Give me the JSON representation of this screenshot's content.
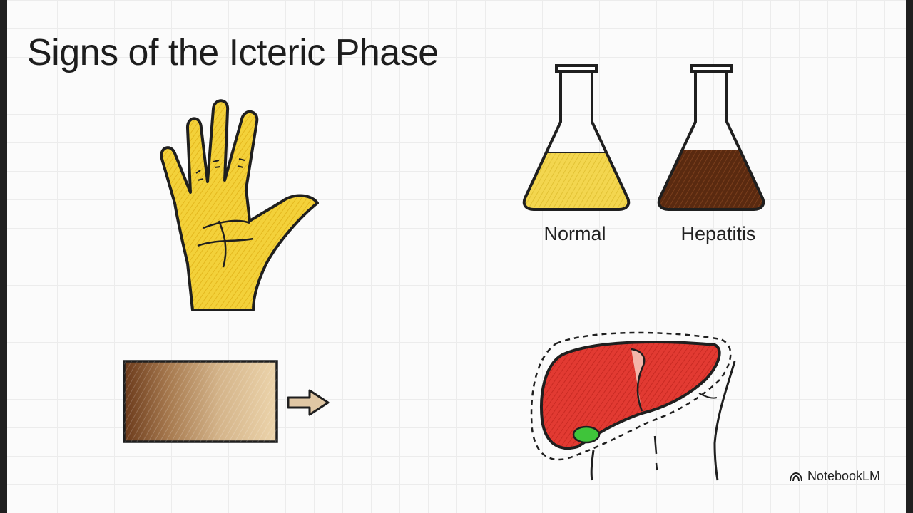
{
  "slide": {
    "title": "Signs of the Icteric Phase"
  },
  "flasks": {
    "normal": {
      "label": "Normal",
      "fill_color": "#f3d64f"
    },
    "hepatitis": {
      "label": "Hepatitis",
      "fill_color": "#5a2a10"
    }
  },
  "illustrations": {
    "hand": {
      "icon": "yellow-hand-icon",
      "color": "#f2cd2e"
    },
    "stool_swatch": {
      "icon": "stool-color-swatch",
      "colors": [
        "#6b3a1b",
        "#a87b50",
        "#d4b48a",
        "#ecd4ab"
      ]
    },
    "arrow": {
      "icon": "arrow-right-icon",
      "color": "#e0c7a4"
    },
    "liver": {
      "icon": "liver-icon",
      "color": "#e23a32",
      "gallbladder_color": "#3fc43a"
    }
  },
  "brand": {
    "name": "NotebookLM",
    "icon": "notebooklm-logo-icon"
  }
}
